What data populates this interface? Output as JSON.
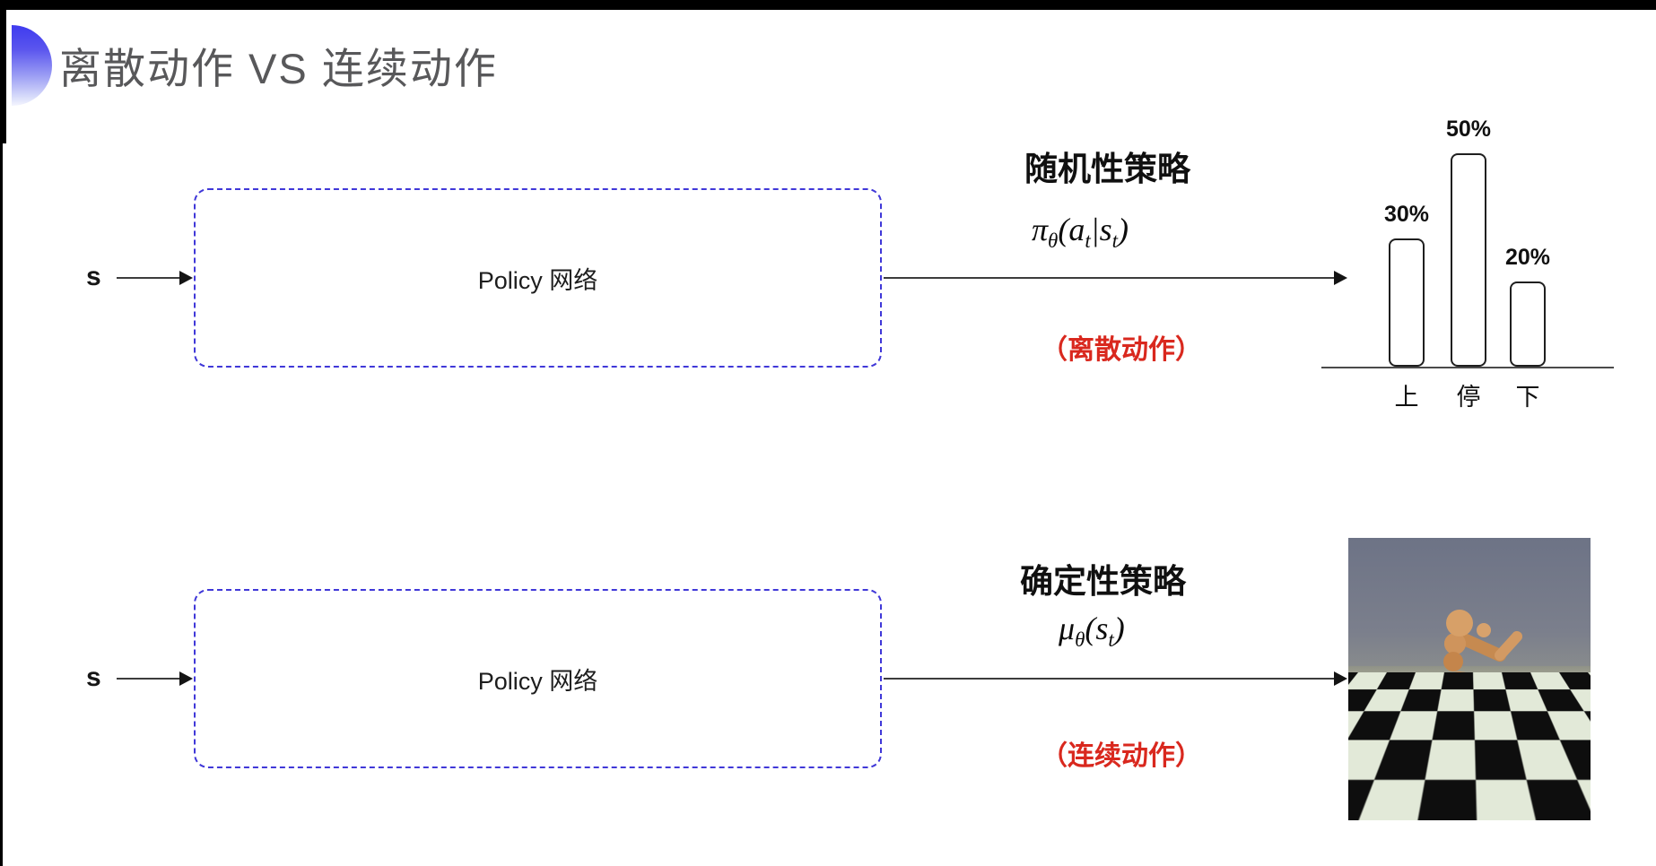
{
  "slide": {
    "title": "离散动作 VS 连续动作"
  },
  "top_flow": {
    "input_label": "s",
    "box_label": "Policy 网络",
    "policy_title": "随机性策略",
    "formula": {
      "base": "π",
      "base_sub": "θ",
      "p1": "(a",
      "p1_sub": "t",
      "p2": "|s",
      "p2_sub": "t",
      "p3": ")"
    },
    "annotation": "（离散动作）"
  },
  "bottom_flow": {
    "input_label": "s",
    "box_label": "Policy 网络",
    "policy_title": "确定性策略",
    "formula": {
      "base": "μ",
      "base_sub": "θ",
      "p1": "(s",
      "p1_sub": "t",
      "p2": ")"
    },
    "annotation": "（连续动作）"
  },
  "chart_data": {
    "type": "bar",
    "categories": [
      "上",
      "停",
      "下"
    ],
    "values": [
      30,
      50,
      20
    ],
    "value_labels": [
      "30%",
      "50%",
      "20%"
    ],
    "title": "",
    "xlabel": "",
    "ylabel": "",
    "ylim": [
      0,
      60
    ],
    "grid": false,
    "legend": false
  },
  "icons": {
    "title_orb": "blue-half-sphere-icon",
    "robot_image": "mujoco-humanoid-on-checkerboard"
  },
  "colors": {
    "dashed_box_blue": "#4038d8",
    "annotation_red": "#d9281e",
    "title_gray": "#58585a",
    "arrow_black": "#141414",
    "sky_gray_blue": "#6d7386",
    "checker_light": "#e2e9d8",
    "checker_dark": "#0e0e0e",
    "robot_skin": "#d39a63"
  }
}
